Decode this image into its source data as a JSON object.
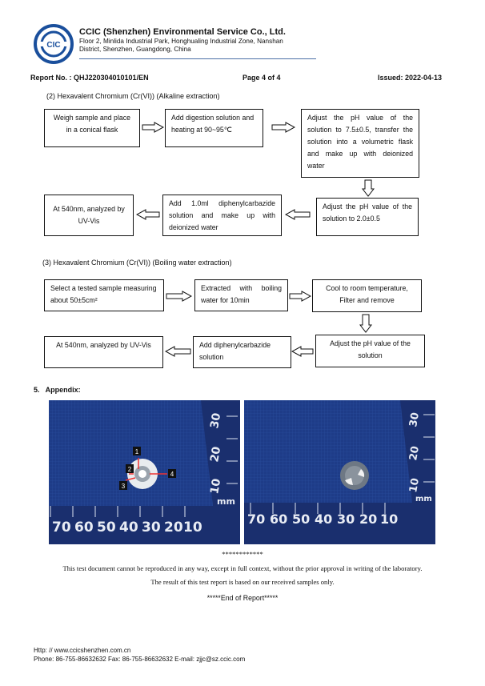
{
  "header": {
    "company_name": "CCIC (Shenzhen) Environmental Service Co., Ltd.",
    "address_line1": "Floor 2, Minlida Industrial Park, Honghualing Industrial Zone, Nanshan",
    "address_line2": "District, Shenzhen, Guangdong, China",
    "logo_text": "CIC"
  },
  "report": {
    "report_no": "Report No. : QHJ220304010101/EN",
    "page": "Page 4 of 4",
    "issued": "Issued: 2022-04-13"
  },
  "section2": {
    "title": "(2) Hexavalent Chromium (Cr(VI)) (Alkaline extraction)",
    "step1": "Weigh sample and place in a conical flask",
    "step2": "Add digestion solution and heating at 90~95℃",
    "step3": "Adjust the pH value of the solution to 7.5±0.5, transfer the solution into a volumetric flask and make up with deionized water",
    "step4": "Adjust the pH value of the solution to 2.0±0.5",
    "step5": "Add 1.0ml diphenylcarbazide solution and make up with deionized water",
    "step6": "At 540nm, analyzed by UV-Vis"
  },
  "section3": {
    "title": "(3) Hexavalent Chromium (Cr(VI)) (Boiling water extraction)",
    "step1": "Select a tested sample measuring about 50±5cm²",
    "step2": "Extracted with boiling water for 10min",
    "step3": "Cool to room temperature, Filter and remove",
    "step4": "Adjust the pH value of the solution",
    "step5": "Add diphenylcarbazide solution",
    "step6": "At 540nm, analyzed by UV-Vis"
  },
  "appendix": {
    "heading": "5.   Appendix:",
    "markers": [
      "1",
      "2",
      "3",
      "4"
    ],
    "ruler_label_left": [
      "70",
      "60",
      "50",
      "40",
      "30",
      "20",
      "10"
    ],
    "ruler_label_right": [
      "70",
      "60",
      "50",
      "40",
      "30",
      "20",
      "10"
    ],
    "ruler_unit": "mm"
  },
  "notice": {
    "stars": "************",
    "line1": "This test document cannot be reproduced in any way, except in full context, without the prior approval in writing of the laboratory.",
    "line2": "The result of this test report is based on our received samples only.",
    "end": "*****End of Report*****"
  },
  "footer": {
    "web": "Http: // www.ccicshenzhen.com.cn",
    "contact": "Phone: 86-755-86632632 Fax: 86-755-86632632 E-mail: zjjc@sz.ccic.com"
  },
  "colors": {
    "brand": "#1a4f9c",
    "rule": "#4a6fa5",
    "photo_blue": "#1f3f8c"
  }
}
